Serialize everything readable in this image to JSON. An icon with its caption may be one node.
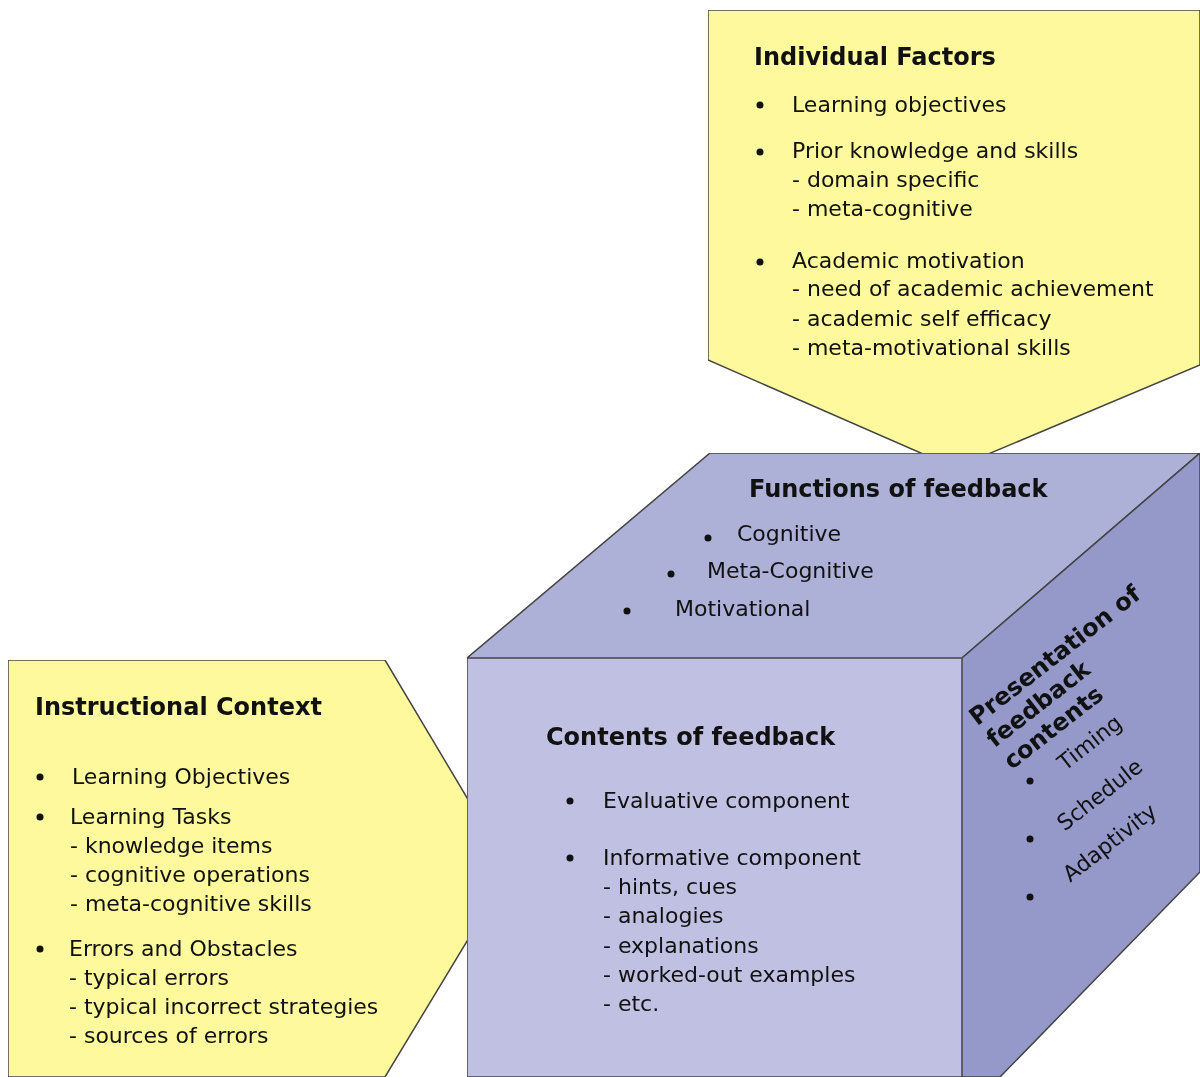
{
  "diagram": {
    "nodes": [
      {
        "text": [
          "Individual Factors",
          "Learning objectives",
          "Prior knowledge and skills",
          "- domain specific",
          "- meta-cognitive",
          "Academic motivation",
          "- need of academic achievement",
          "- academic self efficacy",
          "- meta-motivational skills"
        ]
      },
      {
        "text": [
          "Functions of feedback",
          "Cognitive",
          "Meta-Cognitive",
          "Motivational"
        ]
      },
      {
        "text": [
          "Instructional Context",
          "Learning Objectives",
          "Learning Tasks",
          "- knowledge items",
          "- cognitive operations",
          "- meta-cognitive skills",
          "Errors and Obstacles",
          "- typical errors",
          "- typical incorrect strategies",
          "- sources of errors"
        ]
      },
      {
        "text": [
          "Contents of feedback",
          "Evaluative component",
          "Informative component",
          "- hints, cues",
          "- analogies",
          "- explanations",
          "- worked-out examples",
          "- etc."
        ]
      },
      {
        "text": [
          "Presentation of feedback contents",
          "Timing",
          "Schedule",
          "Adaptivity"
        ]
      }
    ]
  }
}
